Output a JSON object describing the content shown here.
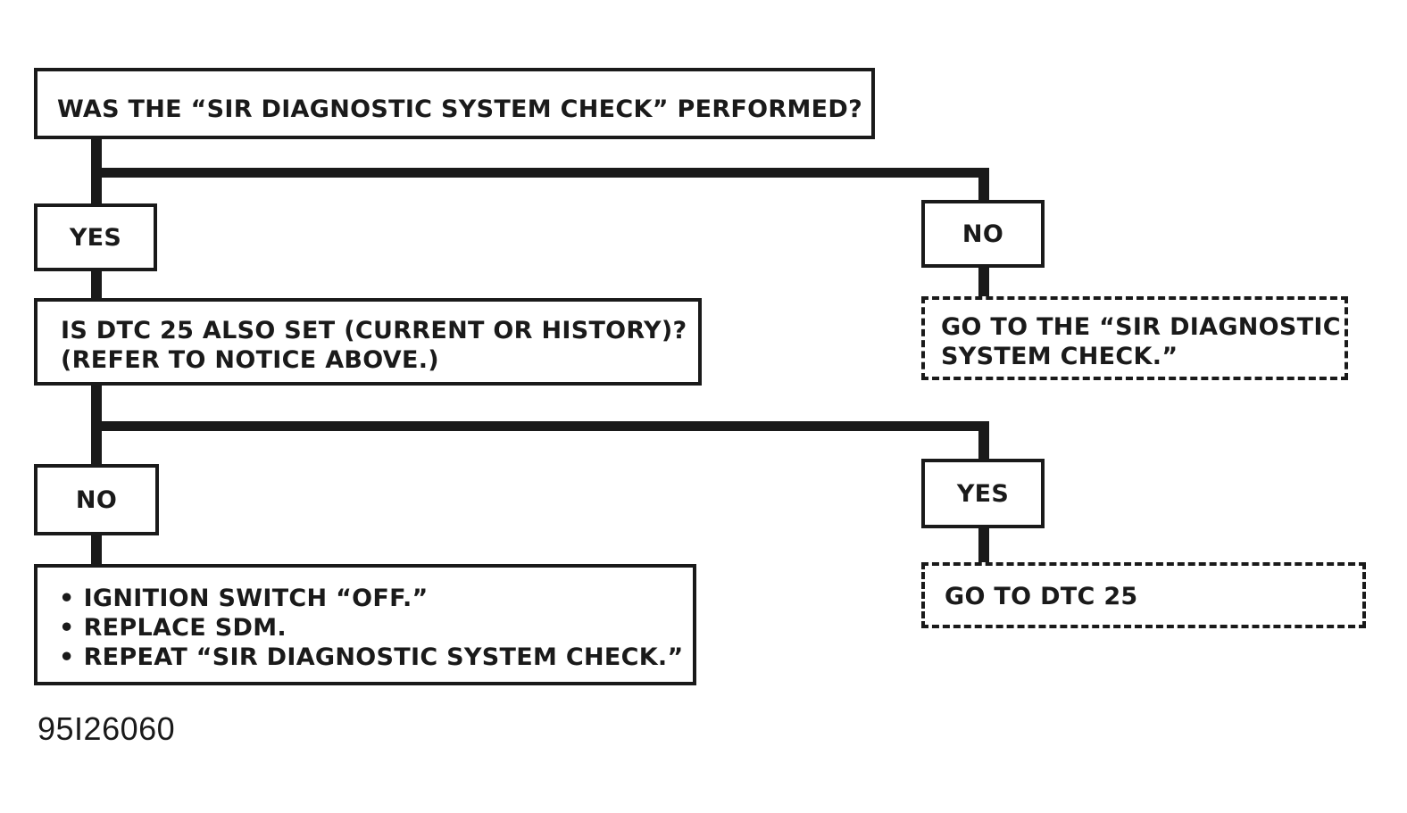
{
  "flowchart": {
    "q1": {
      "text": "WAS THE “SIR DIAGNOSTIC SYSTEM CHECK” PERFORMED?"
    },
    "q1_yes": {
      "label": "YES"
    },
    "q1_no": {
      "label": "NO"
    },
    "q1_no_action": {
      "line1": "GO TO THE “SIR DIAGNOSTIC",
      "line2": "SYSTEM CHECK.”"
    },
    "q2": {
      "line1": "IS DTC 25 ALSO SET (CURRENT OR HISTORY)?",
      "line2": "(REFER TO NOTICE ABOVE.)"
    },
    "q2_no": {
      "label": "NO"
    },
    "q2_yes": {
      "label": "YES"
    },
    "q2_no_action": {
      "items": [
        "IGNITION SWITCH “OFF.”",
        "REPLACE SDM.",
        "REPEAT “SIR DIAGNOSTIC SYSTEM CHECK.”"
      ]
    },
    "q2_yes_action": {
      "text": "GO TO DTC 25"
    }
  },
  "figure_id": "95I26060"
}
